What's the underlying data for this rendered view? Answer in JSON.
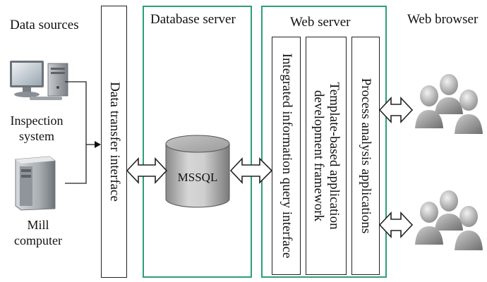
{
  "headings": {
    "data_sources": "Data sources",
    "database_server": "Database server",
    "web_server": "Web server",
    "web_browser": "Web browser"
  },
  "sources": [
    {
      "label_line1": "Inspection",
      "label_line2": "system",
      "icon": "desktop-computer-icon"
    },
    {
      "label_line1": "Mill",
      "label_line2": "computer",
      "icon": "server-tower-icon"
    }
  ],
  "data_transfer_interface": "Data transfer interface",
  "database": {
    "label": "MSSQL",
    "icon": "database-cylinder-icon"
  },
  "web_server_modules": [
    {
      "line1": "Integrated information query interface",
      "line2": ""
    },
    {
      "line1": "Template-based application",
      "line2": "development framework"
    },
    {
      "line1": "Process analysis applications",
      "line2": ""
    }
  ],
  "browsers": [
    {
      "icon": "user-group-icon"
    },
    {
      "icon": "user-group-icon"
    }
  ],
  "colors": {
    "container_border": "#2e9e78",
    "line": "#222222"
  }
}
